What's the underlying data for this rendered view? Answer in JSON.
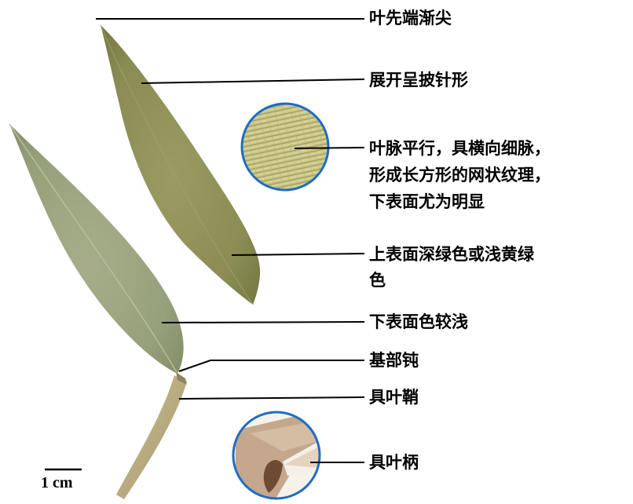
{
  "labels": {
    "tip": "叶先端渐尖",
    "shape": "展开呈披针形",
    "venation_l1": "叶脉平行，具横向细脉，",
    "venation_l2": "形成长方形的网状纹理，",
    "venation_l3": "下表面尤为明显",
    "upper_l1": "上表面深绿色或浅黄绿",
    "upper_l2": "色",
    "lower": "下表面色较浅",
    "base": "基部钝",
    "sheath": "具叶鞘",
    "petiole": "具叶柄"
  },
  "scale_bar": {
    "text": "1 cm"
  },
  "colors": {
    "leaf_upper": "#8e9159",
    "leaf_lower": "#9aa27c",
    "sheath": "#b9ab7e",
    "lens_ring": "#1f6cc4"
  }
}
